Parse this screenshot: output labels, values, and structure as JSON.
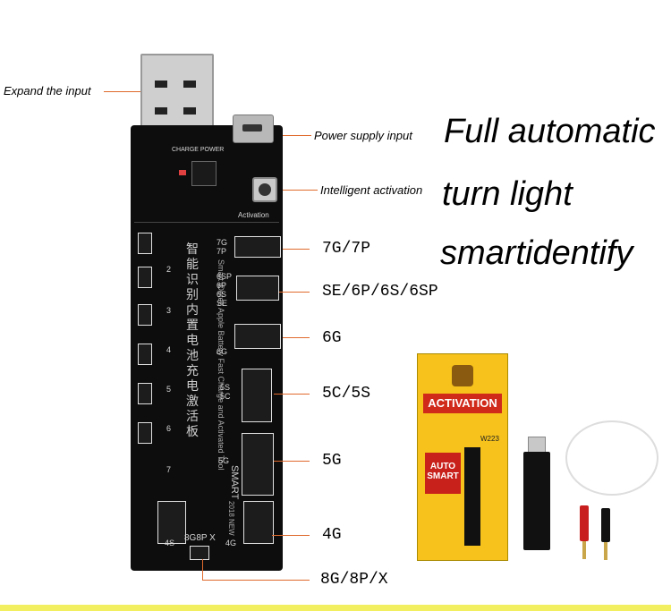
{
  "callouts": {
    "expand_input": "Expand the input",
    "power_supply_input": "Power supply input",
    "intelligent_activation": "Intelligent activation"
  },
  "headlines": {
    "line1": "Full automatic",
    "line2": "turn light",
    "line3": "smartidentify"
  },
  "models": [
    "7G/7P",
    "SE/6P/6S/6SP",
    "6G",
    "5C/5S",
    "5G",
    "4G",
    "8G/8P/X"
  ],
  "pcb_labels": {
    "top": "CHARGE POWER",
    "activation": "Activation",
    "c7": "7G",
    "c7p": "7P",
    "c6sp": "6SP",
    "c6p": "6P",
    "c6s": "6S",
    "cse": "SE",
    "c6g": "6G",
    "c5s": "5S",
    "c5c": "5C",
    "c5g": "5G",
    "c4s": "4S",
    "c4g": "4G",
    "c8": "8G8P X",
    "nums": [
      "2",
      "3",
      "4",
      "5",
      "6",
      "7"
    ],
    "chinese": "智能识别内置电池充电激活板",
    "english": "Smart iDetec Apple Battery Fast Charge and Activated Tool",
    "smart": "SMART",
    "year": "2018 NEW"
  },
  "product": {
    "box_title": "ACTIVATION",
    "model_code": "W223",
    "auto": "AUTO",
    "smart": "SMART"
  },
  "colors": {
    "leader_line": "#e06a2c",
    "board": "#0d0d0d",
    "box": "#f6c21b",
    "box_title": "#d02a1a",
    "strip": "#f2f060"
  }
}
